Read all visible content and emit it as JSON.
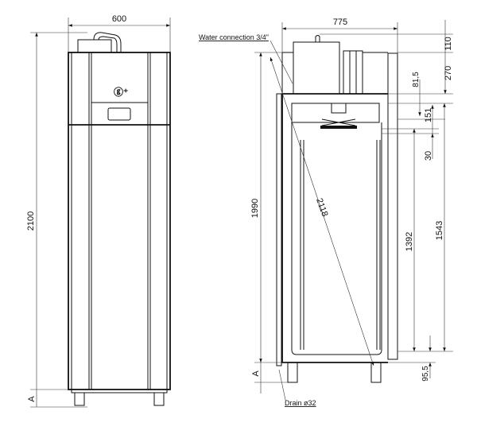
{
  "front_view": {
    "width_label": "600",
    "height_label": "2100",
    "leg_label": "A"
  },
  "side_view": {
    "depth_label": "775",
    "water_connection_label": "Water connection 3/4\"",
    "drain_label": "Drain ø32",
    "height_label": "1990",
    "diagonal_label": "2118",
    "leg_label": "A",
    "dim_110": "110",
    "dim_270": "270",
    "dim_81_5": "81,5",
    "dim_151": "151",
    "dim_30": "30",
    "dim_1392": "1392",
    "dim_1543": "1543",
    "dim_95_5": "95,5"
  }
}
